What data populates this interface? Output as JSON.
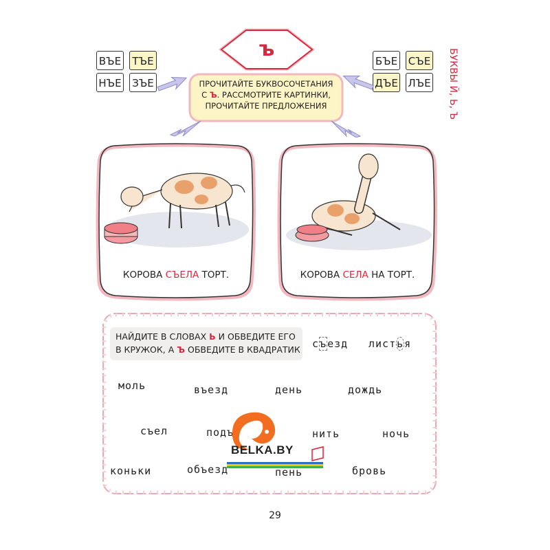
{
  "header": {
    "letter": "ъ"
  },
  "side_label": "БУКВЫ Й, Ь, Ъ",
  "left_tiles": [
    "ВЪЕ",
    "ТЪЕ",
    "НЪЕ",
    "ЗЪЕ"
  ],
  "right_tiles": [
    "БЪЕ",
    "СЪЕ",
    "ДЪЕ",
    "ЛЪЕ"
  ],
  "instruction": {
    "line1": "ПРОЧИТАЙТЕ БУКВОСОЧЕТАНИЯ",
    "line2_prefix": "С",
    "line2_letter": "Ъ",
    "line2_suffix": ". РАССМОТРИТЕ КАРТИНКИ,",
    "line3": "ПРОЧИТАЙТЕ ПРЕДЛОЖЕНИЯ"
  },
  "cards": [
    {
      "before": "КОРОВА",
      "highlight": "СЪЕЛА",
      "after": "ТОРТ."
    },
    {
      "before": "КОРОВА",
      "highlight": "СЕЛА",
      "after": "НА ТОРТ."
    }
  ],
  "task": {
    "line1_prefix": "НАЙДИТЕ В СЛОВАХ",
    "line1_letter": "Ь",
    "line1_suffix": "И ОБВЕДИТЕ ЕГО",
    "line2_prefix": "В КРУЖОК, А",
    "line2_letter": "Ъ",
    "line2_suffix": "ОБВЕДИТЕ В КВАДРАТИК",
    "example1": {
      "a": "с",
      "mark": "ъ",
      "b": "езд"
    },
    "example2": {
      "a": "лист",
      "mark": "ь",
      "b": "я"
    }
  },
  "words": [
    "моль",
    "въезд",
    "день",
    "дождь",
    "съел",
    "подъ",
    "нить",
    "ночь",
    "коньки",
    "объезд",
    "пень",
    "бровь"
  ],
  "page_number": "29",
  "watermark": "BELKA.BY",
  "colors": {
    "accent_red": "#d8283d",
    "tile_yellow": "#fbf6c8",
    "arrow_blue": "#b9b6e0",
    "pink_border": "#f2b7bf"
  }
}
